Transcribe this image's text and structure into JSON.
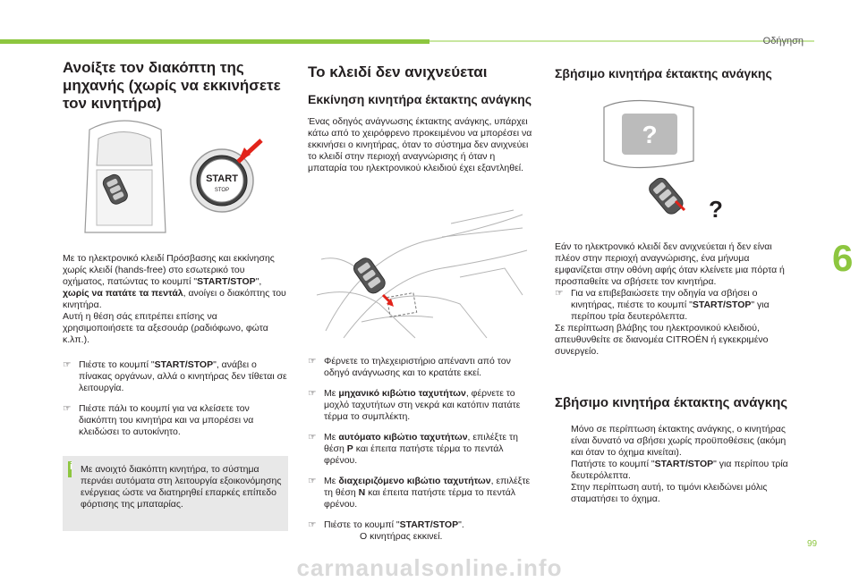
{
  "header": {
    "section": "Οδήγηση",
    "chapter": "6",
    "page": "99"
  },
  "watermark": "carmanualsonline.info",
  "left": {
    "title": "Ανοίξτε τον διακόπτη της μηχανής (χωρίς να εκκινήσετε τον κινητήρα)",
    "button_label": "START",
    "button_sub": "STOP",
    "intro_a": "Με το ηλεκτρονικό κλειδί Πρόσβασης και εκκίνησης χωρίς κλειδί (hands-free) στο εσωτερικό του οχήματος, πατώντας το κουμπί \"",
    "intro_b": "START/STOP",
    "intro_c": "\", ",
    "intro_d": "χωρίς να πατάτε τα πεντάλ",
    "intro_e": ", ανοίγει ο διακόπτης του κινητήρα.",
    "intro2": "Αυτή η θέση σάς επιτρέπει επίσης να χρησιμοποιήσετε τα αξεσουάρ (ραδιόφωνο, φώτα κ.λπ.).",
    "b1_a": "Πιέστε το κουμπί \"",
    "b1_b": "START/STOP",
    "b1_c": "\", ανάβει ο πίνακας οργάνων, αλλά ο κινητήρας δεν τίθεται σε λειτουργία.",
    "b2": "Πιέστε πάλι το κουμπί για να κλείσετε τον διακόπτη του κινητήρα και να μπορέσει να κλειδώσει το αυτοκίνητο.",
    "info_icon": "i",
    "info": "Με ανοιχτό διακόπτη κινητήρα, το σύστημα περνάει αυτόματα στη λειτουργία εξοικονόμησης ενέργειας ώστε να διατηρηθεί επαρκές επίπεδο φόρτισης της μπαταρίας."
  },
  "middle": {
    "title": "Το κλειδί δεν ανιχνεύεται",
    "subtitle": "Εκκίνηση κινητήρα έκτακτης ανάγκης",
    "intro": "Ένας οδηγός ανάγνωσης έκτακτης ανάγκης, υπάρχει κάτω από το χειρόφρενο προκειμένου να μπορέσει να εκκινήσει ο κινητήρας, όταν το σύστημα δεν ανιχνεύει το κλειδί στην περιοχή αναγνώρισης ή όταν η μπαταρία του ηλεκτρονικού κλειδιού έχει εξαντληθεί.",
    "b1": "Φέρνετε το τηλεχειριστήριο απέναντι από τον οδηγό ανάγνωσης και το κρατάτε εκεί.",
    "b2_a": "Με ",
    "b2_b": "μηχανικό κιβώτιο ταχυτήτων",
    "b2_c": ", φέρνετε το μοχλό ταχυτήτων στη νεκρά και κατόπιν πατάτε τέρμα το συμπλέκτη.",
    "b3_a": "Με ",
    "b3_b": "αυτόματο κιβώτιο ταχυτήτων",
    "b3_c": ", επιλέξτε τη θέση ",
    "b3_d": "P",
    "b3_e": " και έπειτα πατήστε τέρμα το πεντάλ φρένου.",
    "b4_a": "Με ",
    "b4_b": "διαχειριζόμενο κιβώτιο ταχυτήτων",
    "b4_c": ", επιλέξτε τη θέση ",
    "b4_d": "N",
    "b4_e": " και έπειτα πατήστε τέρμα το πεντάλ φρένου.",
    "b5_a": "Πιέστε το κουμπί \"",
    "b5_b": "START/STOP",
    "b5_c": "\".",
    "b5_d": "Ο κινητήρας εκκινεί."
  },
  "right": {
    "title1": "Σβήσιμο κινητήρα έκτακτης ανάγκης",
    "question": "?",
    "p1": "Εάν το ηλεκτρονικό κλειδί δεν ανιχνεύεται ή δεν είναι πλέον στην περιοχή αναγνώρισης, ένα μήνυμα εμφανίζεται στην οθόνη αφής όταν κλείνετε μια πόρτα ή προσπαθείτε να σβήσετε τον κινητήρα.",
    "b1_a": "Για να επιβεβαιώσετε την οδηγία να σβήσει ο κινητήρας, πιέστε το κουμπί \"",
    "b1_b": "START/STOP",
    "b1_c": "\" για περίπου τρία δευτερόλεπτα.",
    "p2": "Σε περίπτωση βλάβης του ηλεκτρονικού κλειδιού, απευθυνθείτε σε διανομέα CITROËN ή εγκεκριμένο συνεργείο.",
    "title2": "Σβήσιμο κινητήρα έκτακτης ανάγκης",
    "p3": "Μόνο σε περίπτωση έκτακτης ανάγκης, ο κινητήρας είναι δυνατό να σβήσει χωρίς προϋποθέσεις (ακόμη και όταν το όχημα κινείται).",
    "p4_a": "Πατήστε το κουμπί \"",
    "p4_b": "START/STOP",
    "p4_c": "\" για περίπου τρία δευτερόλεπτα.",
    "p5": "Στην περίπτωση αυτή, το τιμόνι κλειδώνει μόλις σταματήσει το όχημα."
  },
  "bullet_marker": "☞",
  "colors": {
    "accent": "#8dc63f",
    "info_bg": "#e8e8e8",
    "arrow": "#e2231a"
  }
}
